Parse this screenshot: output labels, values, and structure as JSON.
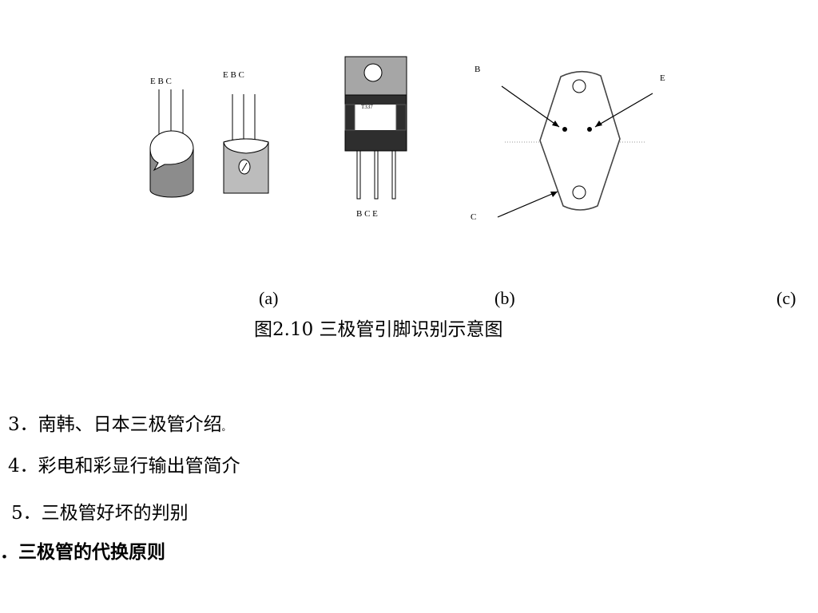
{
  "figure": {
    "to92_a": {
      "pins": "E B C"
    },
    "to92_b": {
      "pins": "E B C"
    },
    "to220": {
      "pins": "B C E",
      "marking": "T337"
    },
    "to3": {
      "label_b": "B",
      "label_e": "E",
      "label_c": "C"
    },
    "sub_a": "(a)",
    "sub_b": "(b)",
    "sub_c": "(c)",
    "caption": "图2.10  三极管引脚识别示意图"
  },
  "outline": {
    "item3": "3．南韩、日本三极管介绍",
    "item3_suffix": "。",
    "item4": "4．彩电和彩显行输出管简介",
    "item5": "5．三极管好坏的判别",
    "heading": "．三极管的代换原则"
  },
  "colors": {
    "body_dark": "#8c8c8c",
    "body_light": "#bcbcbc",
    "tab_dark": "#2e2e2e"
  }
}
